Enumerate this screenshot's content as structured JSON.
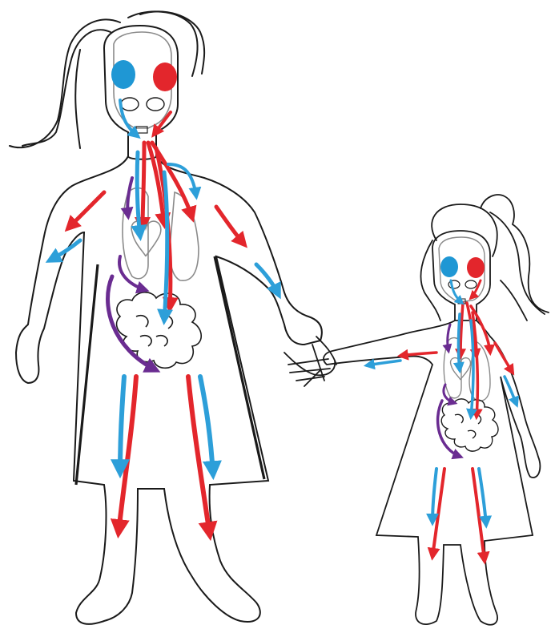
{
  "figure": {
    "figures": [
      {
        "role": "adult-woman",
        "hair": "long-wavy"
      },
      {
        "role": "child-girl",
        "hair": "ponytail"
      }
    ],
    "arrow_colors": {
      "arterial": "#e3262c",
      "venous": "#2d9fd9",
      "digestive": "#6a2c91"
    },
    "eye_colors": {
      "left": "#1f97d4",
      "right": "#e3262c"
    },
    "line_color": "#1a1a1a",
    "organ_color": "#8a8a8a"
  }
}
